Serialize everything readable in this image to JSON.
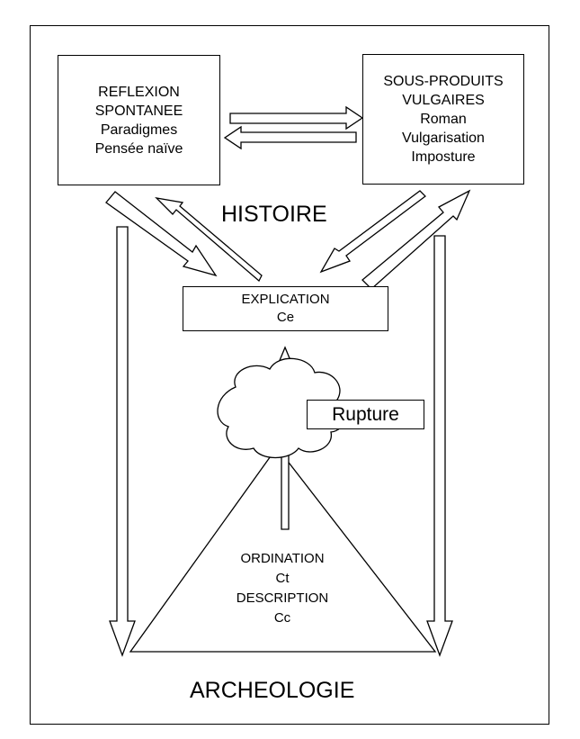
{
  "reflexion": {
    "title": "REFLEXION",
    "subtitle": "SPONTANEE",
    "line1": "Paradigmes",
    "line2": "Pensée naïve"
  },
  "sous_produits": {
    "title": "SOUS-PRODUITS",
    "subtitle": "VULGAIRES",
    "line1": "Roman",
    "line2": "Vulgarisation",
    "line3": "Imposture"
  },
  "histoire": "HISTOIRE",
  "explication": {
    "title": "EXPLICATION",
    "code": "Ce"
  },
  "rupture": "Rupture",
  "pyramid": {
    "ordination": "ORDINATION",
    "ordination_code": "Ct",
    "description": "DESCRIPTION",
    "description_code": "Cc"
  },
  "archeologie": "ARCHEOLOGIE"
}
